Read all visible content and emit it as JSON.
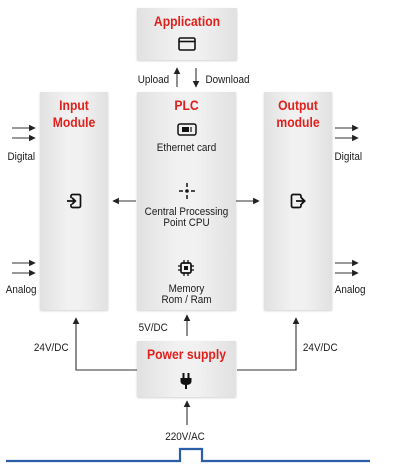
{
  "application": {
    "title": "Application",
    "icon": "window-icon"
  },
  "flows": {
    "upload": "Upload",
    "download": "Download"
  },
  "plc": {
    "title": "PLC",
    "ethernet_label": "Ethernet card",
    "cpu_label_line1": "Central Processing",
    "cpu_label_line2": "Point CPU",
    "memory_label_line1": "Memory",
    "memory_label_line2": "Rom / Ram"
  },
  "input_module": {
    "title_line1": "Input",
    "title_line2": "Module",
    "icon": "login-icon"
  },
  "output_module": {
    "title_line1": "Output",
    "title_line2": "module",
    "icon": "logout-icon"
  },
  "signals": {
    "digital_in": "Digital",
    "analog_in": "Analog",
    "digital_out": "Digital",
    "analog_out": "Analog"
  },
  "power": {
    "title": "Power supply",
    "icon": "plug-icon",
    "to_plc": "5V/DC",
    "to_input": "24V/DC",
    "to_output": "24V/DC",
    "mains": "220V/AC"
  },
  "colors": {
    "accent": "#e0201c",
    "ground_line": "#2a5ea8",
    "box": "#ececec",
    "line": "#333333"
  }
}
